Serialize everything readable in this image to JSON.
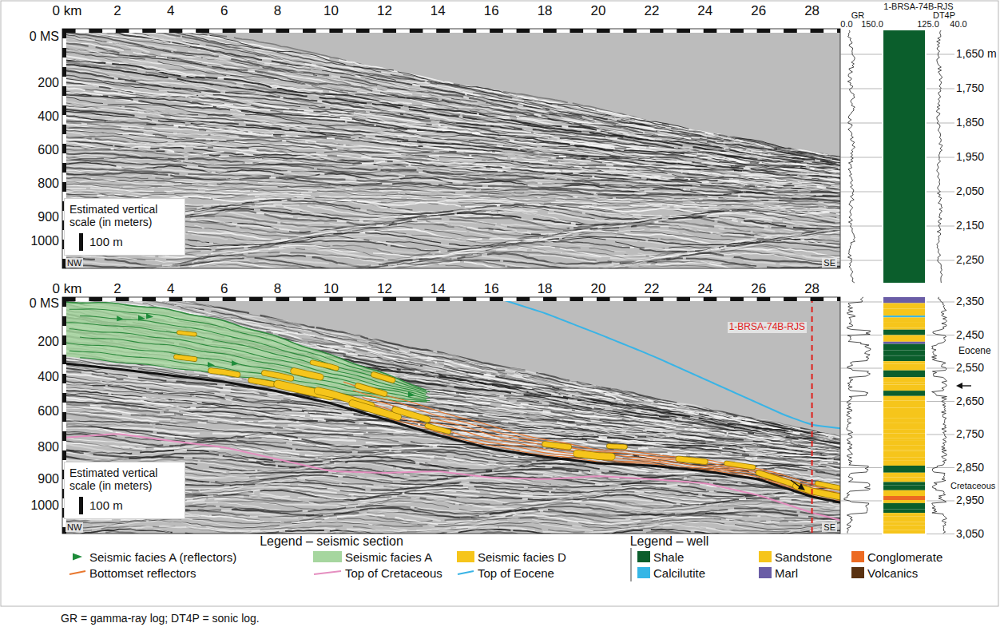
{
  "diagram": {
    "caption": "GR = gamma-ray log; DT4P = sonic log.",
    "nodes": [
      {
        "text": [
          "Estimated vertical scale (in meters)",
          "100 m"
        ]
      },
      {
        "text": [
          "Estimated vertical scale (in meters)",
          "100 m"
        ]
      }
    ],
    "labels": [
      "0 km",
      "2",
      "4",
      "6",
      "8",
      "10",
      "12",
      "14",
      "16",
      "18",
      "20",
      "22",
      "24",
      "26",
      "28",
      "1-BRSA-74B-RJS",
      "GR",
      "0.0",
      "150.0",
      "125.0",
      "40.0",
      "DT4P",
      "0 MS",
      "200",
      "400",
      "600",
      "800",
      "900",
      "1000",
      "NW",
      "SE",
      "1,650 m",
      "1,750",
      "1,850",
      "1,950",
      "2,050",
      "2,150",
      "2,250",
      "0 km",
      "2",
      "4",
      "6",
      "8",
      "10",
      "12",
      "14",
      "16",
      "18",
      "20",
      "22",
      "24",
      "26",
      "28",
      "0 MS",
      "200",
      "400",
      "600",
      "800",
      "900",
      "1000",
      "NW",
      "SE",
      "1-BRSA-74B-RJS",
      "2,350",
      "2,450",
      "2,550",
      "2,650",
      "2,750",
      "2,850",
      "2,950",
      "3,050",
      "Eocene",
      "Cretaceous",
      "Legend – seismic section",
      "Legend – well"
    ],
    "legend": [
      {
        "text": "Seismic facies A (reflectors)"
      },
      {
        "text": "Seismic facies A",
        "color": "#a6d69f"
      },
      {
        "text": "Seismic facies D",
        "color": "#f6c51b"
      },
      {
        "text": "Shale",
        "color": "#0b5e2c"
      },
      {
        "text": "Sandstone",
        "color": "#f6c51b"
      },
      {
        "text": "Conglomerate",
        "color": "#ec6a22"
      },
      {
        "text": "Bottomset reflectors"
      },
      {
        "text": "Top of Cretaceous"
      },
      {
        "text": "Top of Eocene"
      },
      {
        "text": "Calcilutite",
        "color": "#35b6e6"
      },
      {
        "text": "Marl",
        "color": "#6a5da6"
      },
      {
        "text": "Volcanics",
        "color": "#5a3211"
      }
    ]
  }
}
